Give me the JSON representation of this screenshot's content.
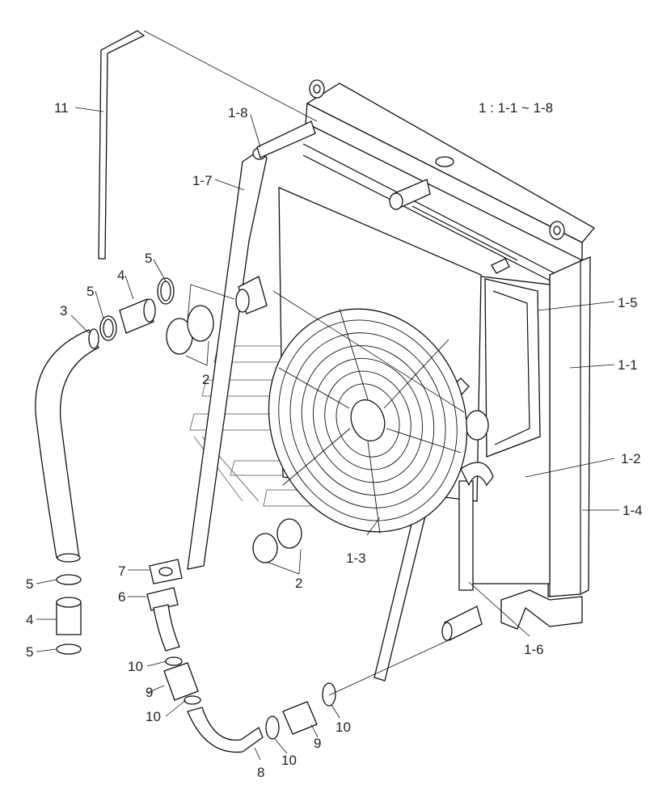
{
  "diagram": {
    "subassembly_note": "1 : 1-1 ~ 1-8",
    "callouts": [
      {
        "id": "c11",
        "label": "11"
      },
      {
        "id": "c1_8",
        "label": "1-8"
      },
      {
        "id": "c1_7",
        "label": "1-7"
      },
      {
        "id": "c5a",
        "label": "5"
      },
      {
        "id": "c4a",
        "label": "4"
      },
      {
        "id": "c5b",
        "label": "5"
      },
      {
        "id": "c3",
        "label": "3"
      },
      {
        "id": "c2a",
        "label": "2"
      },
      {
        "id": "c1_5",
        "label": "1-5"
      },
      {
        "id": "c1_1",
        "label": "1-1"
      },
      {
        "id": "c1_2",
        "label": "1-2"
      },
      {
        "id": "c1_4",
        "label": "1-4"
      },
      {
        "id": "c1_3",
        "label": "1-3"
      },
      {
        "id": "c2b",
        "label": "2"
      },
      {
        "id": "c7",
        "label": "7"
      },
      {
        "id": "c6",
        "label": "6"
      },
      {
        "id": "c5c",
        "label": "5"
      },
      {
        "id": "c4b",
        "label": "4"
      },
      {
        "id": "c5d",
        "label": "5"
      },
      {
        "id": "c1_6",
        "label": "1-6"
      },
      {
        "id": "c10a",
        "label": "10"
      },
      {
        "id": "c9a",
        "label": "9"
      },
      {
        "id": "c10b",
        "label": "10"
      },
      {
        "id": "c10c",
        "label": "10"
      },
      {
        "id": "c10d",
        "label": "10"
      },
      {
        "id": "c9b",
        "label": "9"
      },
      {
        "id": "c8",
        "label": "8"
      }
    ]
  }
}
